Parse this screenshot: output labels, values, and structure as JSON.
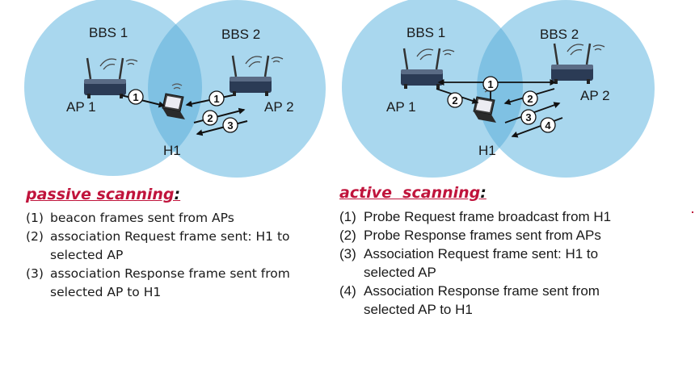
{
  "colors": {
    "bss_fill": "#a9d7ee",
    "overlap_fill": "#7fc1e3",
    "heading_red": "#c0143c",
    "text": "#1a1a1a"
  },
  "diagram": {
    "passive": {
      "bss1": "BBS 1",
      "bss2": "BBS 2",
      "ap1": "AP 1",
      "ap2": "AP 2",
      "host": "H1",
      "m1a": "1",
      "m1b": "1",
      "m2": "2",
      "m3": "3"
    },
    "active": {
      "bss1": "BBS 1",
      "bss2": "BBS 2",
      "ap1": "AP 1",
      "ap2": "AP 2",
      "host": "H1",
      "m1": "1",
      "m2a": "2",
      "m2b": "2",
      "m3": "3",
      "m4": "4"
    }
  },
  "passive": {
    "heading": "passive scanning",
    "colon": ":",
    "steps": [
      {
        "num": "(1)",
        "text": "beacon frames sent from APs"
      },
      {
        "num": "(2)",
        "text": "association Request frame sent: H1 to selected AP"
      },
      {
        "num": "(3)",
        "text": "association Response frame sent from selected AP to H1"
      }
    ]
  },
  "active": {
    "heading": "active  scanning",
    "colon": ":",
    "steps": [
      {
        "num": "(1)",
        "text": "Probe Request frame broadcast from H1"
      },
      {
        "num": "(2)",
        "text": "Probe Response frames sent from APs"
      },
      {
        "num": "(3)",
        "text": "Association Request frame sent: H1 to selected AP"
      },
      {
        "num": "(4)",
        "text": "Association Response frame sent from selected AP to H1"
      }
    ]
  }
}
